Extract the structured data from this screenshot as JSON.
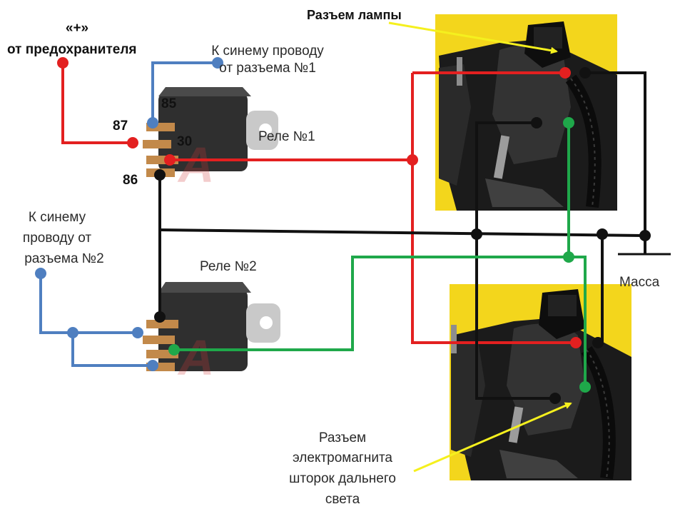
{
  "labels": {
    "plus_symbol": "«+»",
    "from_fuse": "от предохранителя",
    "to_blue_wire_1_line1": "К синему проводу",
    "to_blue_wire_1_line2": "от разъема №1",
    "to_blue_wire_2_line1": "К синему",
    "to_blue_wire_2_line2": "проводу от",
    "to_blue_wire_2_line3": "разъема №2",
    "relay_1": "Реле №1",
    "relay_2": "Реле №2",
    "pin_85": "85",
    "pin_87": "87",
    "pin_30": "30",
    "pin_86": "86",
    "lamp_connector": "Разъем лампы",
    "ground": "Масса",
    "shutter_line1": "Разъем",
    "shutter_line2": "электромагнита",
    "shutter_line3": "шторок дальнего",
    "shutter_line4": "света"
  },
  "colors": {
    "red_wire": "#e32020",
    "blue_wire": "#4f7fc0",
    "black_wire": "#111111",
    "green_wire": "#1fa84a",
    "annotation_arrow": "#f5f01e",
    "photo_background": "#f3d61c"
  },
  "icons": {
    "relay": "relay-icon",
    "headlight_photo": "headlight-housing-photo",
    "ground": "ground-symbol-icon"
  }
}
